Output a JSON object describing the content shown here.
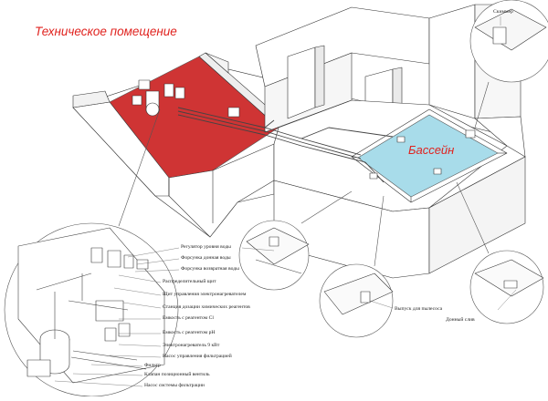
{
  "title": "Техническое помещение",
  "pool_label": "Бассейн",
  "labels": {
    "skimmer": "Скиммер",
    "water_level_regulator": "Регулятор уровня воды",
    "bottom_water_nozzle": "Форсунка донная воды",
    "return_water_nozzle": "Форсунка возвратная воды",
    "distribution_board": "Распределительный щит",
    "electrical_control_panel": "Щит управления электронагревателем",
    "reagent_dosing_station": "Станция дозации химических реагентов",
    "canister_cl": "Емкость с реагентом Cl",
    "canister_ph": "Емкость с реагентом pH",
    "electric_heater": "Электронагреватель 9 кВт",
    "filtration_pump": "Насос управления фильтрацией",
    "filter": "Фильтр",
    "multiport_valve": "Клапан позиционный вентиль",
    "filtration_pump_main": "Насос системы фильтрации",
    "wall_outlet": "Выпуск для пылесоса",
    "bottom_drain": "Донный слив"
  },
  "colors": {
    "tech_room_floor": "#cf3434",
    "pool_water": "#a8dcea",
    "title_text": "#e0231f",
    "line": "#333333"
  }
}
